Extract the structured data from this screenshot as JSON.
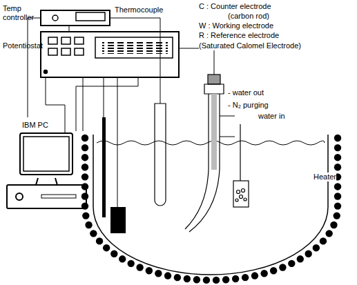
{
  "diagram": {
    "nodes": [
      {
        "text": [
          "Temp controller"
        ]
      },
      {
        "text": [
          "Potentiostat"
        ]
      },
      {
        "text": [
          "IBM PC"
        ]
      }
    ],
    "edges": [
      {
        "from": 2,
        "to": 1,
        "arrow": "none"
      }
    ],
    "labels": [
      "Thermocouple",
      "C : Counter electrode",
      "(carbon rod)",
      "W : Working electrode",
      "R : Reference electrode",
      "(Saturated Calomel Electrode)",
      "- water out",
      "- N₂ purging",
      "water in",
      "Heater"
    ]
  }
}
